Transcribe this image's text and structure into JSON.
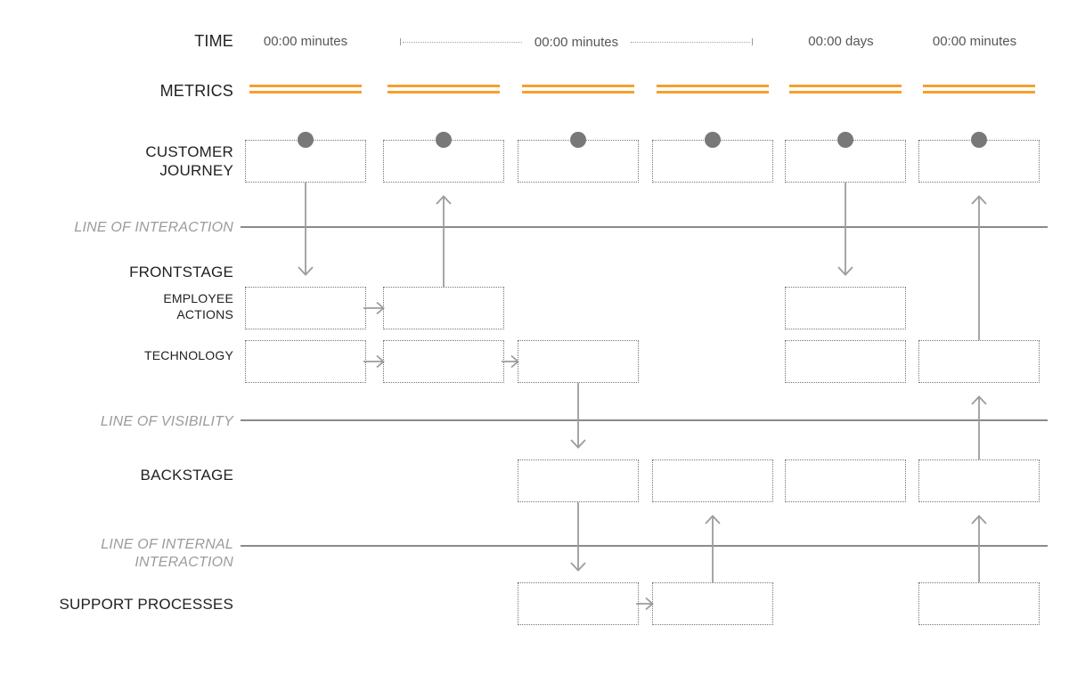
{
  "colors": {
    "orange": "#F5A02E",
    "rule_gray": "#8A8A8A",
    "arrow_gray": "#9C9C9C",
    "label_gray": "#9B9B9B",
    "text_dark": "#212121",
    "time_text": "#57575A",
    "dot_gray": "#787878",
    "box_border": "#757575"
  },
  "time": {
    "label": "TIME",
    "values": [
      "00:00 minutes",
      "00:00 minutes",
      "00:00 days",
      "00:00 minutes"
    ]
  },
  "metrics": {
    "label": "METRICS",
    "lines_count": 6
  },
  "rows": {
    "customer_journey": {
      "label": "CUSTOMER\nJOURNEY",
      "boxes": [
        1,
        2,
        3,
        4,
        5,
        6
      ],
      "touchpoint_dots": [
        1,
        2,
        3,
        4,
        5,
        6
      ]
    },
    "frontstage": {
      "label": "FRONTSTAGE"
    },
    "employee_actions": {
      "label": "EMPLOYEE\nACTIONS",
      "boxes": [
        1,
        2,
        5
      ]
    },
    "technology": {
      "label": "TECHNOLOGY",
      "boxes": [
        1,
        2,
        3,
        5,
        6
      ]
    },
    "backstage": {
      "label": "BACKSTAGE",
      "boxes": [
        3,
        4,
        5,
        6
      ]
    },
    "support_processes": {
      "label": "SUPPORT PROCESSES",
      "boxes": [
        3,
        4,
        6
      ]
    }
  },
  "lines": {
    "interaction": {
      "label": "LINE OF INTERACTION"
    },
    "visibility": {
      "label": "LINE OF VISIBILITY"
    },
    "internal_interaction": {
      "label": "LINE OF INTERNAL\nINTERACTION"
    }
  },
  "arrows": {
    "vertical": [
      {
        "col": 1,
        "from": "customer_journey",
        "to": "employee_actions",
        "dir": "down"
      },
      {
        "col": 2,
        "from": "employee_actions",
        "to": "customer_journey",
        "dir": "up"
      },
      {
        "col": 5,
        "from": "customer_journey",
        "to": "employee_actions",
        "dir": "down"
      },
      {
        "col": 6,
        "from": "technology",
        "to": "customer_journey",
        "dir": "up"
      },
      {
        "col": 3,
        "from": "technology",
        "to": "backstage",
        "dir": "down"
      },
      {
        "col": 3,
        "from": "backstage",
        "to": "support_processes",
        "dir": "down"
      },
      {
        "col": 4,
        "from": "support_processes",
        "to": "backstage",
        "dir": "up"
      },
      {
        "col": 6,
        "from": "backstage",
        "to": "technology",
        "dir": "up"
      },
      {
        "col": 6,
        "from": "support_processes",
        "to": "backstage",
        "dir": "up"
      }
    ],
    "horizontal": [
      {
        "row": "employee_actions",
        "from_col": 1,
        "to_col": 2
      },
      {
        "row": "technology",
        "from_col": 1,
        "to_col": 2
      },
      {
        "row": "technology",
        "from_col": 2,
        "to_col": 3
      },
      {
        "row": "support_processes",
        "from_col": 3,
        "to_col": 4
      }
    ]
  }
}
